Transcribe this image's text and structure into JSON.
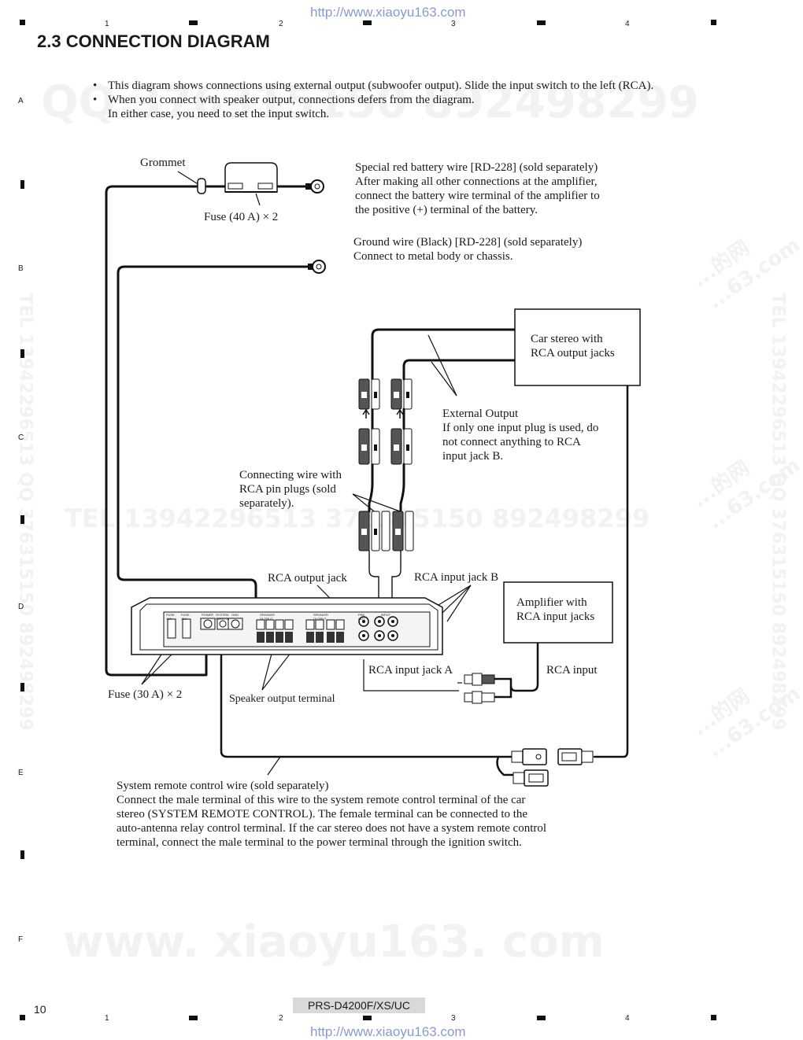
{
  "header": {
    "url": "http://www.xiaoyu163.com",
    "section_title": "2.3  CONNECTION DIAGRAM",
    "column_numbers": [
      "1",
      "2",
      "3",
      "4"
    ]
  },
  "row_letters": [
    "A",
    "B",
    "C",
    "D",
    "E",
    "F"
  ],
  "watermarks": {
    "qq_row": "QQ 376315150  892498299",
    "tel_row": "TEL 13942296513      376315150  892498299",
    "side_left": "TEL 13942296513 QQ 376315150 892498299",
    "side_right": "TEL 13942296513 QQ 376315150 892498299",
    "site_big": "www. xiaoyu163. com",
    "stamp_lines": [
      "...的网",
      "...63.com"
    ]
  },
  "intro": {
    "bullets": [
      "This diagram shows connections using external output (subwoofer output). Slide the input switch to the left (RCA).",
      "When you connect with speaker output, connections defers from the diagram."
    ],
    "extra_line": "In either case, you need to set the input switch."
  },
  "labels": {
    "grommet": "Grommet",
    "fuse_40": "Fuse (40 A) × 2",
    "battery_wire": [
      "Special red battery wire [RD-228] (sold separately)",
      "After making all other connections at the amplifier,",
      "connect the battery wire terminal of the amplifier to",
      "the positive (+) terminal of the battery."
    ],
    "ground_wire": [
      "Ground wire (Black) [RD-228] (sold separately)",
      "Connect to metal body or chassis."
    ],
    "car_stereo": [
      "Car stereo with",
      "RCA output jacks"
    ],
    "external_output": [
      "External Output",
      "If only one input plug is used, do",
      "not connect anything to RCA",
      "input jack B."
    ],
    "connecting_wire": [
      "Connecting wire with",
      "RCA pin plugs (sold",
      "separately)."
    ],
    "rca_output_jack": "RCA output jack",
    "rca_input_jack_b": "RCA input jack B",
    "amplifier_rca": [
      "Amplifier with",
      "RCA input jacks"
    ],
    "rca_input_jack_a": "RCA input jack A",
    "rca_input": "RCA input",
    "fuse_30": "Fuse (30 A) × 2",
    "speaker_output_terminal": "Speaker output terminal",
    "system_remote": [
      "System remote control wire (sold separately)",
      "Connect the male terminal of this wire to the system remote control terminal of the car",
      "stereo (SYSTEM REMOTE CONTROL). The female terminal can be connected to the",
      "auto-antenna relay control terminal. If the car stereo does not have a system remote control",
      "terminal, connect the male terminal to the power terminal through the ignition switch."
    ]
  },
  "amp_panel": {
    "fuse_labels": [
      "FUSE 30A",
      "FUSE 30A"
    ],
    "terminal_labels": [
      "POWER",
      "SYSTEM REMOTE",
      "GND",
      "SPEAKER OUTPUT",
      "SPEAKER OUTPUT",
      "PRE OUT",
      "INPUT"
    ]
  },
  "footer": {
    "page_number": "10",
    "model": "PRS-D4200F/XS/UC",
    "url": "http://www.xiaoyu163.com"
  }
}
